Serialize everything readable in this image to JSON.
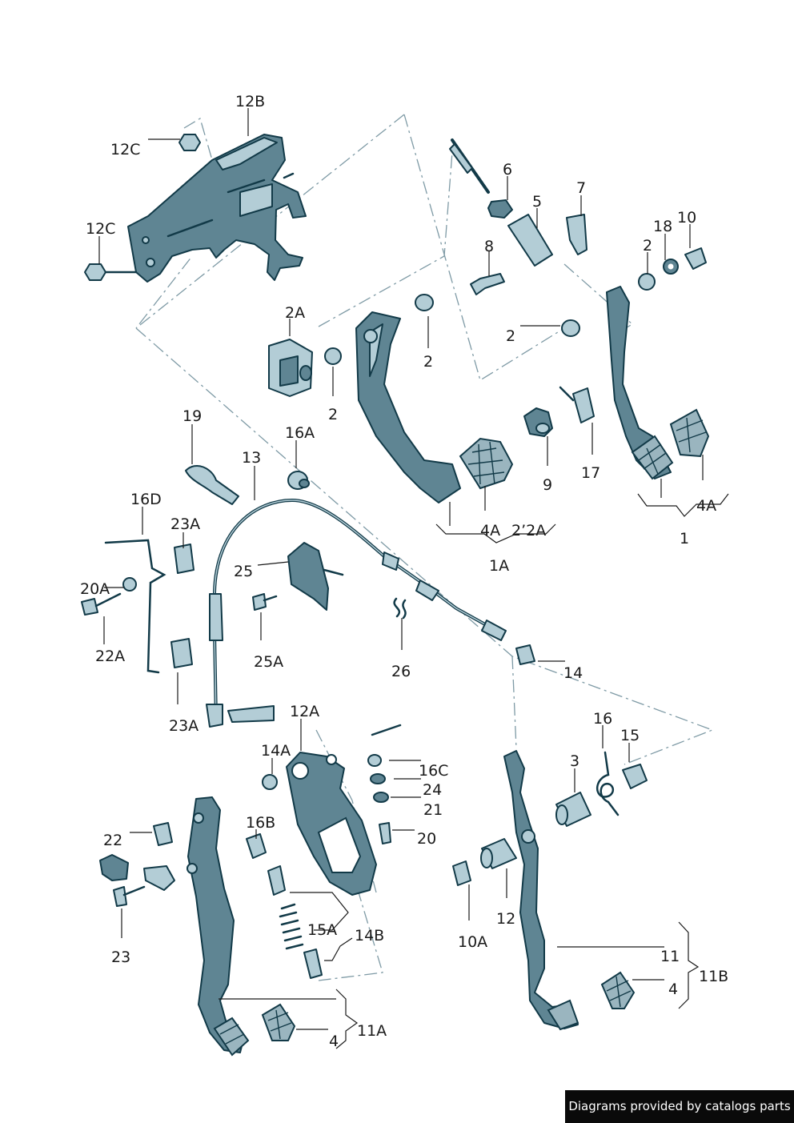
{
  "labels": {
    "l12B": "12B",
    "l12C_top": "12C",
    "l12C_left": "12C",
    "l6": "6",
    "l5": "5",
    "l7": "7",
    "l8": "8",
    "l18": "18",
    "l10": "10",
    "l2_right": "2",
    "l2A": "2A",
    "l2_mid_right": "2",
    "l2_far": "2",
    "l2_mid_left": "2",
    "l9": "9",
    "l17": "17",
    "l4A_right": "4A",
    "l1": "1",
    "l19": "19",
    "l16A": "16A",
    "l13": "13",
    "l4A_mid": "4A",
    "l22A_mid": "2’2A",
    "l1A": "1A",
    "l16D": "16D",
    "l23A_top": "23A",
    "l25": "25",
    "l20A": "20A",
    "l22A": "22A",
    "l25A": "25A",
    "l26": "26",
    "l14": "14",
    "l23A_bottom": "23A",
    "l12A": "12A",
    "l16": "16",
    "l15": "15",
    "l3": "3",
    "l14A": "14A",
    "l16C": "16C",
    "l24": "24",
    "l21": "21",
    "l16B": "16B",
    "l20": "20",
    "l22": "22",
    "l10A": "10A",
    "l12": "12",
    "l23": "23",
    "l15A": "15A",
    "l14B": "14B",
    "l11": "11",
    "l11B": "11B",
    "l4_right": "4",
    "l4_bottom": "4",
    "l11A": "11A"
  },
  "icons": {
    "pedal_bracket": "pedal-bracket-icon",
    "brake_pedal": "brake-pedal-icon",
    "clutch_pedal": "clutch-pedal-icon",
    "accelerator_pedal": "accelerator-pedal-icon",
    "cable": "clutch-cable-icon"
  },
  "watermark": "Diagrams provided by catalogs parts"
}
